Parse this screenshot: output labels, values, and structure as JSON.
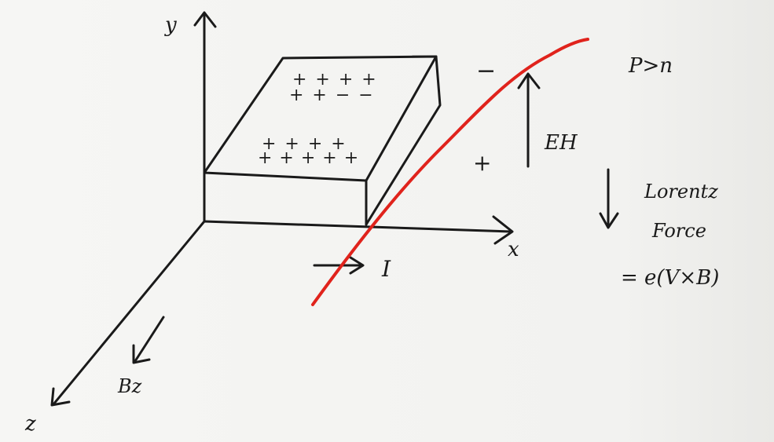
{
  "labels": {
    "axis_y": "y",
    "axis_x": "x",
    "axis_z": "z",
    "condition": "P>n",
    "top_sign": "−",
    "bottom_sign": "+",
    "hall_field": "EH",
    "lorentz_1": "Lorentz",
    "lorentz_2": "Force",
    "lorentz_3": "= e(V×B)",
    "current": "I",
    "magnetic_field": "Bz"
  },
  "charges": {
    "top_row_1": "+ + + +",
    "top_row_2": "+ + − −",
    "bottom_row_1": "+ + + +",
    "bottom_row_2": "+ + + + +"
  },
  "colors": {
    "ink": "#1a1a1a",
    "red_stroke": "#e0231c",
    "paper": "#f4f4f2"
  }
}
